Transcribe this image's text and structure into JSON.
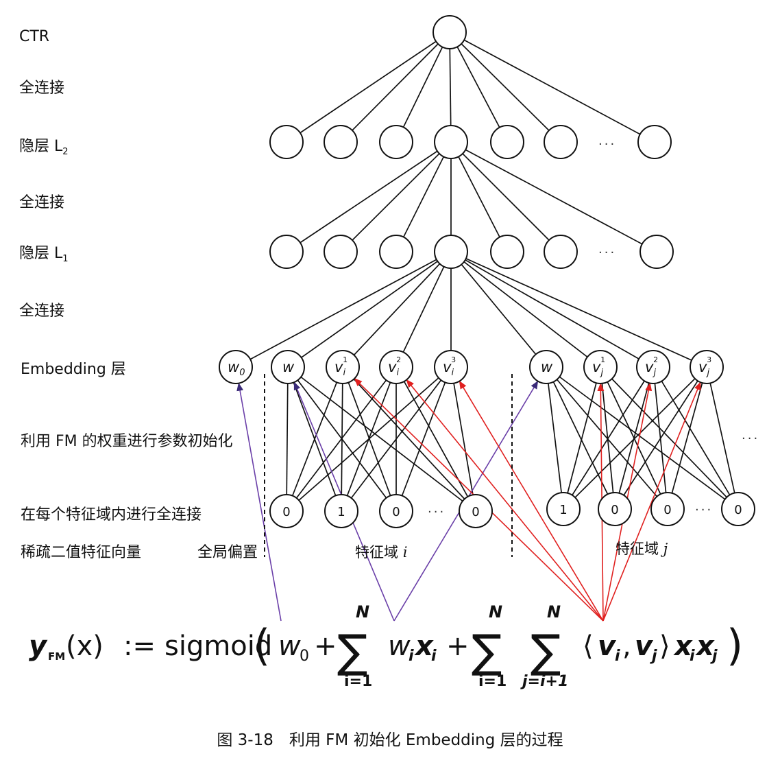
{
  "labels": {
    "ctr": "CTR",
    "fc1": "全连接",
    "hidden2_main": "隐层 L",
    "hidden2_sub": "2",
    "fc2": "全连接",
    "hidden1_main": "隐层 L",
    "hidden1_sub": "1",
    "fc3": "全连接",
    "embedding": "Embedding 层",
    "fm_init": "利用 FM 的权重进行参数初始化",
    "field_fc": "在每个特征域内进行全连接",
    "sparse": "稀疏二值特征向量",
    "global_bias": "全局偏置"
  },
  "fields": {
    "field_i": {
      "prefix": "特征域 ",
      "var": "i"
    },
    "field_j": {
      "prefix": "特征域 ",
      "var": "j"
    }
  },
  "ellipsis": "···",
  "embedding_nodes": {
    "w0": {
      "base": "w",
      "sub": "0"
    },
    "wi": {
      "base": "w"
    },
    "vi1": {
      "base": "v",
      "sub": "i",
      "sup": "1"
    },
    "vi2": {
      "base": "v",
      "sub": "i",
      "sup": "2"
    },
    "vi3": {
      "base": "v",
      "sub": "i",
      "sup": "3"
    },
    "wj": {
      "base": "w"
    },
    "vj1": {
      "base": "v",
      "sub": "j",
      "sup": "1"
    },
    "vj2": {
      "base": "v",
      "sub": "j",
      "sup": "2"
    },
    "vj3": {
      "base": "v",
      "sub": "j",
      "sup": "3"
    }
  },
  "input_values": {
    "field_i": [
      "0",
      "1",
      "0",
      "0"
    ],
    "field_j": [
      "1",
      "0",
      "0",
      "0"
    ]
  },
  "formula": {
    "lhs_y": "y",
    "lhs_sub": "FM",
    "lhs_arg": "(x)",
    "assign": ":=",
    "func": "sigmoid",
    "w0": "w",
    "w0_sub": "0",
    "plus": "+",
    "sum_top": "N",
    "sum1_bottom": "i=1",
    "term1_w": "w",
    "term1_x": "x",
    "i": "i",
    "j": "j",
    "sum2_bottom": "i=1",
    "sum3_bottom": "j=i+1",
    "angle_open": "⟨",
    "angle_close": "⟩",
    "v": "v",
    "comma": ",",
    "x": "x"
  },
  "caption": "图 3-18　利用 FM 初始化 Embedding 层的过程",
  "colors": {
    "red_arrows": "#e0201f",
    "purple_arrows": "#6a3fa8",
    "lines": "#111111"
  }
}
